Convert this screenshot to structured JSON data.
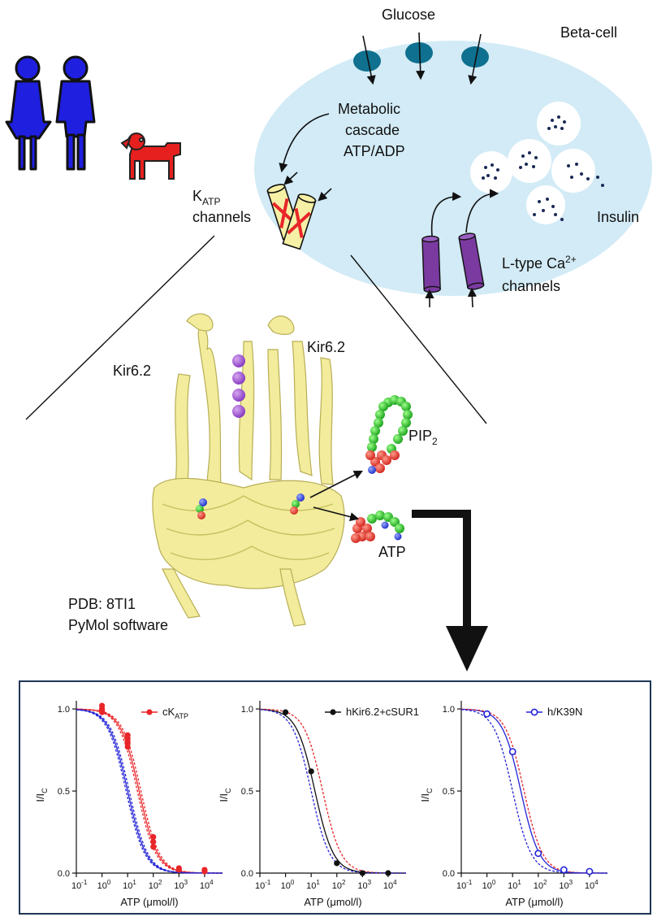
{
  "top_diagram": {
    "glucose": "Glucose",
    "beta_cell": "Beta-cell",
    "metabolic": [
      "Metabolic",
      "cascade",
      "ATP/ADP"
    ],
    "katp_main": "K",
    "katp_sub": "ATP",
    "katp_line2": "channels",
    "insulin": "Insulin",
    "ltype_line1": "L-type Ca",
    "ltype_sup": "2+",
    "ltype_line2": "channels"
  },
  "structure": {
    "kir_left": "Kir6.2",
    "kir_right": "Kir6.2",
    "pip2_main": "PIP",
    "pip2_sub": "2",
    "atp": "ATP",
    "pdb_line1": "PDB: 8TI1",
    "pdb_line2": "PyMol software"
  },
  "colors": {
    "cell": "#d2ebf6",
    "katp_fill": "#f6f0a6",
    "ltype_fill": "#7a3aa0",
    "red": "#e8262a",
    "black": "#111111",
    "blue": "#2323d6"
  },
  "chart_data": [
    {
      "type": "scatter",
      "xscale": "log",
      "xlim": [
        0.1,
        50000
      ],
      "ylim": [
        0,
        1.05
      ],
      "xlabel": "ATP (μmol/l)",
      "ylabel_main": "I/I",
      "ylabel_sub": "C",
      "legend_main": "cK",
      "legend_sub": "ATP",
      "series": [
        {
          "color": "red",
          "points": [
            [
              1,
              1.02
            ],
            [
              1,
              1.0
            ],
            [
              1,
              0.99
            ],
            [
              1,
              0.98
            ],
            [
              10,
              0.84
            ],
            [
              10,
              0.82
            ],
            [
              10,
              0.8
            ],
            [
              10,
              0.79
            ],
            [
              10,
              0.77
            ],
            [
              100,
              0.22
            ],
            [
              100,
              0.19
            ],
            [
              100,
              0.16
            ],
            [
              1000,
              0.03
            ],
            [
              1000,
              0.02
            ],
            [
              10000,
              0.02
            ],
            [
              10000,
              0.01
            ]
          ],
          "marker": "filled"
        }
      ],
      "curves": [
        {
          "color": "red",
          "ic50": 28,
          "hill": 1.2,
          "dash": false
        },
        {
          "color": "red",
          "ic50": 24,
          "hill": 1.2,
          "dash": true
        },
        {
          "color": "red",
          "ic50": 33,
          "hill": 1.2,
          "dash": true
        },
        {
          "color": "blue",
          "ic50": 10,
          "hill": 1.2,
          "dash": false
        },
        {
          "color": "blue",
          "ic50": 8.7,
          "hill": 1.2,
          "dash": true
        },
        {
          "color": "blue",
          "ic50": 11.5,
          "hill": 1.2,
          "dash": true
        }
      ]
    },
    {
      "type": "scatter",
      "xscale": "log",
      "xlim": [
        0.1,
        50000
      ],
      "ylim": [
        0,
        1.05
      ],
      "xlabel": "ATP (μmol/l)",
      "ylabel_main": "I/I",
      "ylabel_sub": "C",
      "legend_main": "hKir6.2+cSUR1",
      "legend_sub": "",
      "series": [
        {
          "color": "black",
          "points": [
            [
              1,
              0.98
            ],
            [
              10,
              0.62
            ],
            [
              100,
              0.06
            ],
            [
              1000,
              0.0
            ],
            [
              10000,
              0.0
            ]
          ],
          "marker": "filled"
        }
      ],
      "curves": [
        {
          "color": "black",
          "ic50": 14,
          "hill": 1.2,
          "dash": false
        },
        {
          "color": "red",
          "ic50": 28,
          "hill": 1.2,
          "dash": true
        },
        {
          "color": "blue",
          "ic50": 10,
          "hill": 1.2,
          "dash": true
        }
      ]
    },
    {
      "type": "scatter",
      "xscale": "log",
      "xlim": [
        0.1,
        50000
      ],
      "ylim": [
        0,
        1.05
      ],
      "xlabel": "ATP (μmol/l)",
      "ylabel_main": "I/I",
      "ylabel_sub": "C",
      "legend_main": "h/K39N",
      "legend_sub": "",
      "series": [
        {
          "color": "blue",
          "points": [
            [
              1,
              0.97
            ],
            [
              10,
              0.74
            ],
            [
              100,
              0.12
            ],
            [
              1000,
              0.02
            ],
            [
              10000,
              0.01
            ]
          ],
          "marker": "open"
        }
      ],
      "curves": [
        {
          "color": "blue",
          "ic50": 21,
          "hill": 1.2,
          "dash": false
        },
        {
          "color": "red",
          "ic50": 28,
          "hill": 1.2,
          "dash": true
        },
        {
          "color": "blue",
          "ic50": 10,
          "hill": 1.2,
          "dash": true
        }
      ]
    }
  ]
}
